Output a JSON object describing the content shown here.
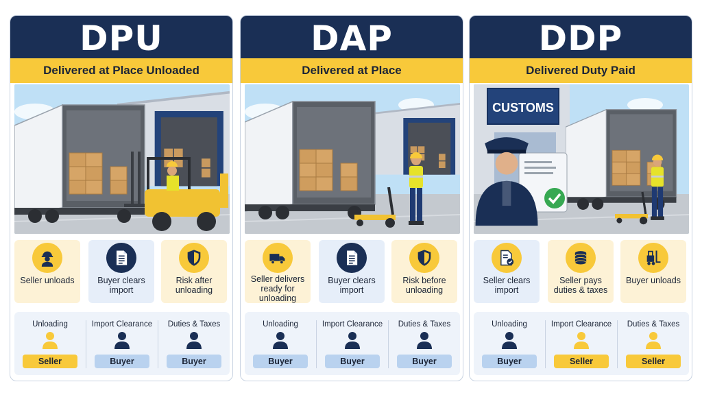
{
  "panels": [
    {
      "title": "DPU",
      "subtitle": "Delivered at Place Unloaded",
      "cards": [
        {
          "label": "Seller unloads",
          "party": "seller",
          "icon": "worker-icon"
        },
        {
          "label": "Buyer clears import",
          "party": "buyer",
          "icon": "document-icon"
        },
        {
          "label": "Risk after unloading",
          "party": "seller",
          "icon": "shield-icon"
        }
      ],
      "responsibilities": [
        {
          "header": "Unloading",
          "party": "Seller"
        },
        {
          "header": "Import Clearance",
          "party": "Buyer"
        },
        {
          "header": "Duties & Taxes",
          "party": "Buyer"
        }
      ]
    },
    {
      "title": "DAP",
      "subtitle": "Delivered at Place",
      "cards": [
        {
          "label": "Seller delivers ready for unloading",
          "party": "seller",
          "icon": "truck-icon"
        },
        {
          "label": "Buyer clears import",
          "party": "buyer",
          "icon": "document-icon"
        },
        {
          "label": "Risk before unloading",
          "party": "seller",
          "icon": "shield-icon"
        }
      ],
      "responsibilities": [
        {
          "header": "Unloading",
          "party": "Buyer"
        },
        {
          "header": "Import Clearance",
          "party": "Buyer"
        },
        {
          "header": "Duties & Taxes",
          "party": "Buyer"
        }
      ]
    },
    {
      "title": "DDP",
      "subtitle": "Delivered Duty Paid",
      "scene_sign": "CUSTOMS",
      "cards": [
        {
          "label": "Seller clears import",
          "party": "seller",
          "icon": "checked-document-icon"
        },
        {
          "label": "Seller pays duties & taxes",
          "party": "seller",
          "icon": "coins-icon"
        },
        {
          "label": "Buyer unloads",
          "party": "seller",
          "icon": "forklift-icon"
        }
      ],
      "responsibilities": [
        {
          "header": "Unloading",
          "party": "Buyer"
        },
        {
          "header": "Import Clearance",
          "party": "Seller"
        },
        {
          "header": "Duties & Taxes",
          "party": "Seller"
        }
      ]
    }
  ],
  "colors": {
    "navy": "#1a2f55",
    "yellow": "#f8c93a",
    "light_blue": "#b9d2ef",
    "card_seller_bg": "#fdf2d6",
    "card_buyer_bg": "#e6eef9"
  }
}
